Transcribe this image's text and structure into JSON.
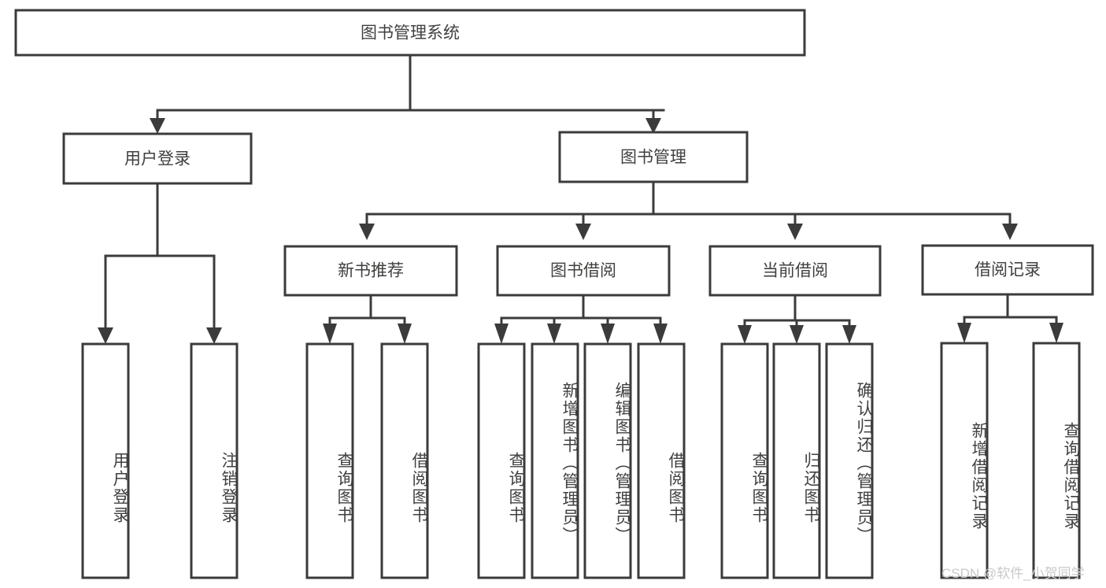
{
  "diagram": {
    "type": "tree",
    "title": "图书管理系统",
    "root": {
      "label": "图书管理系统"
    },
    "level2": [
      {
        "label": "用户登录"
      },
      {
        "label": "图书管理"
      }
    ],
    "level3": [
      {
        "label": "新书推荐"
      },
      {
        "label": "图书借阅"
      },
      {
        "label": "当前借阅"
      },
      {
        "label": "借阅记录"
      }
    ],
    "leaves": {
      "user_login": [
        {
          "label": "用户登录"
        },
        {
          "label": "注销登录"
        }
      ],
      "new_book_recommend": [
        {
          "label": "查询图书"
        },
        {
          "label": "借阅图书"
        }
      ],
      "book_borrow": [
        {
          "label": "查询图书"
        },
        {
          "label": "新增图书（管理员）"
        },
        {
          "label": "编辑图书（管理员）"
        },
        {
          "label": "借阅图书"
        }
      ],
      "current_borrow": [
        {
          "label": "查询图书"
        },
        {
          "label": "归还图书"
        },
        {
          "label": "确认归还（管理员）"
        }
      ],
      "borrow_record": [
        {
          "label": "新增借阅记录"
        },
        {
          "label": "查询借阅记录"
        }
      ]
    }
  },
  "watermark": {
    "text": "CSDN @软件_小贺同学"
  },
  "colors": {
    "stroke": "#3b3b3b",
    "text": "#40403f",
    "background": "#ffffff",
    "watermark": "#c9c9c9"
  }
}
